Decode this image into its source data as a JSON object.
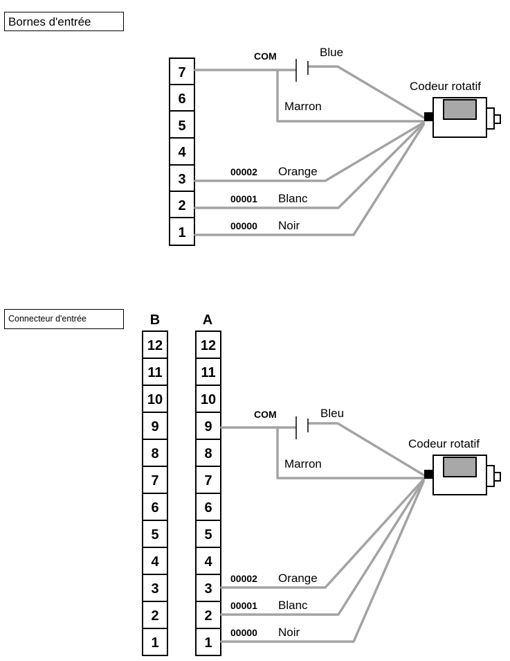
{
  "top": {
    "title": "Bornes d'entrée",
    "terminals": [
      "7",
      "6",
      "5",
      "4",
      "3",
      "2",
      "1"
    ],
    "com_label": "COM",
    "blue_label": "Blue",
    "marron_label": "Marron",
    "encoder_label": "Codeur rotatif",
    "inputs": [
      {
        "code": "00002",
        "color": "Orange"
      },
      {
        "code": "00001",
        "color": "Blanc"
      },
      {
        "code": "00000",
        "color": "Noir"
      }
    ]
  },
  "bottom": {
    "title": "Connecteur d'entrée",
    "col_b_header": "B",
    "col_a_header": "A",
    "terminals": [
      "12",
      "11",
      "10",
      "9",
      "8",
      "7",
      "6",
      "5",
      "4",
      "3",
      "2",
      "1"
    ],
    "com_label": "COM",
    "blue_label": "Bleu",
    "marron_label": "Marron",
    "encoder_label": "Codeur rotatif",
    "inputs": [
      {
        "code": "00002",
        "color": "Orange"
      },
      {
        "code": "00001",
        "color": "Blanc"
      },
      {
        "code": "00000",
        "color": "Noir"
      }
    ]
  },
  "colors": {
    "wire": "#a3a3a3",
    "encoder_window": "#a8a8a8"
  }
}
